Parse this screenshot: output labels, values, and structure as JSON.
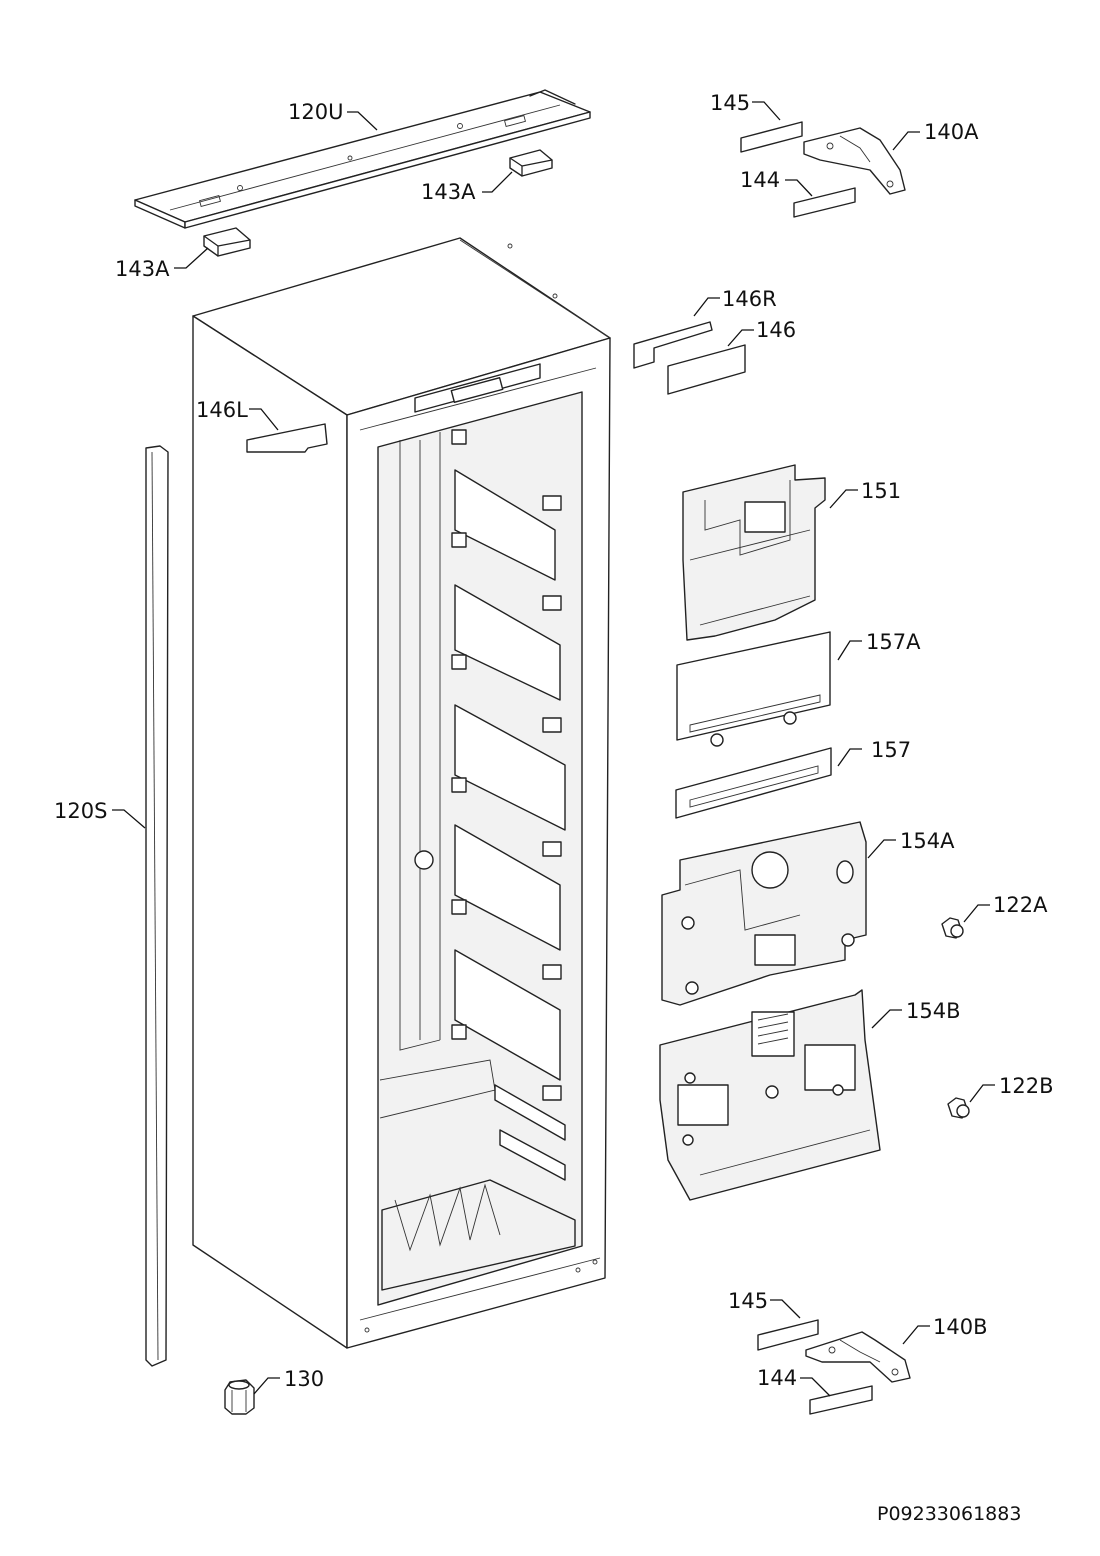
{
  "labels": {
    "p120U": "120U",
    "p143A_top": "143A",
    "p143A_left": "143A",
    "p145_top": "145",
    "p140A": "140A",
    "p144_top": "144",
    "p146R": "146R",
    "p146": "146",
    "p146L": "146L",
    "p151": "151",
    "p157A": "157A",
    "p157": "157",
    "p154A": "154A",
    "p122A": "122A",
    "p154B": "154B",
    "p122B": "122B",
    "p120S": "120S",
    "p145_bottom": "145",
    "p140B": "140B",
    "p144_bottom": "144",
    "p130": "130"
  },
  "reference_code": "P09233061883"
}
